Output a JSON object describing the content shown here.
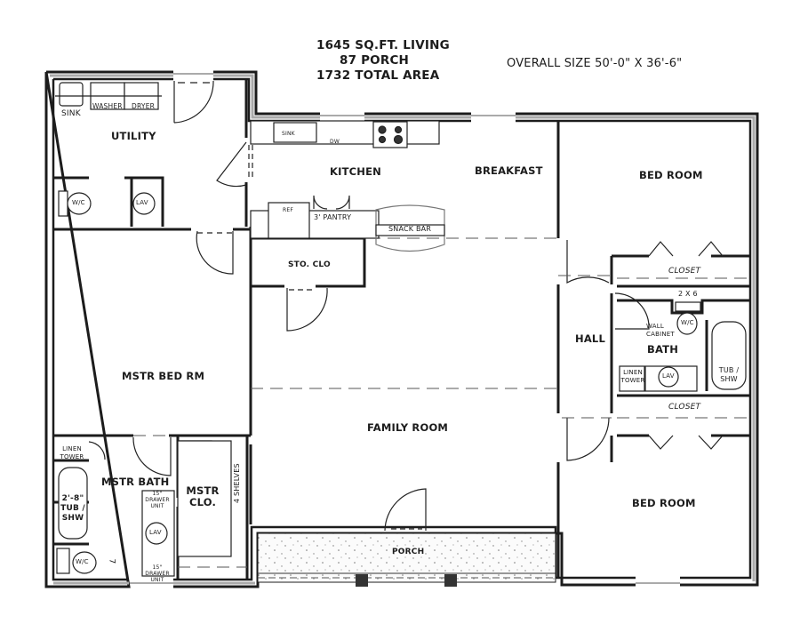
{
  "header": {
    "living_area": "1645 SQ.FT. LIVING",
    "porch_area": "87 PORCH",
    "total_area": "1732 TOTAL  AREA",
    "overall_size": "OVERALL SIZE 50'-0\" X 36'-6\""
  },
  "rooms": {
    "utility": "UTILITY",
    "kitchen": "KITCHEN",
    "breakfast": "BREAKFAST",
    "bed_room_1": "BED ROOM",
    "bed_room_2": "BED ROOM",
    "mstr_bed_rm": "MSTR BED RM",
    "family_room": "FAMILY ROOM",
    "hall": "HALL",
    "bath": "BATH",
    "mstr_bath": "MSTR BATH",
    "mstr_clo": "MSTR CLO.",
    "sto_clo": "STO. CLO",
    "porch": "PORCH",
    "closet_1": "CLOSET",
    "closet_2": "CLOSET"
  },
  "fixtures": {
    "sink_utility": "SINK",
    "washer": "WASHER",
    "dryer": "DRYER",
    "wc_utility": "W/C",
    "lav_utility": "LAV",
    "kitchen_sink": "SINK",
    "dishwasher": "DW",
    "refrigerator": "REF",
    "pantry": "3' PANTRY",
    "snack_bar": "SNACK BAR",
    "wall_2x6": "2 X 6",
    "wall_cabinet": "WALL CABINET",
    "wc_bath": "W/C",
    "lav_bath": "LAV",
    "linen_tower_bath": "LINEN TOWER",
    "tub_shw_bath": "TUB / SHW",
    "linen_tower_mstr": "LINEN TOWER",
    "tub_mstr": "2'-8\" TUB / SHW",
    "wc_mstr": "W/C",
    "lav_mstr": "LAV",
    "drawer_unit_top": "15\" DRAWER UNIT",
    "drawer_unit_bottom": "15\" DRAWER UNIT",
    "shelves": "4 SHELVES",
    "mark_7": "7"
  },
  "colors": {
    "wall": "#1c1c1c",
    "wall_fill": "#cfcfcf",
    "background": "#ffffff",
    "porch_fill": "#f4f4f4"
  }
}
